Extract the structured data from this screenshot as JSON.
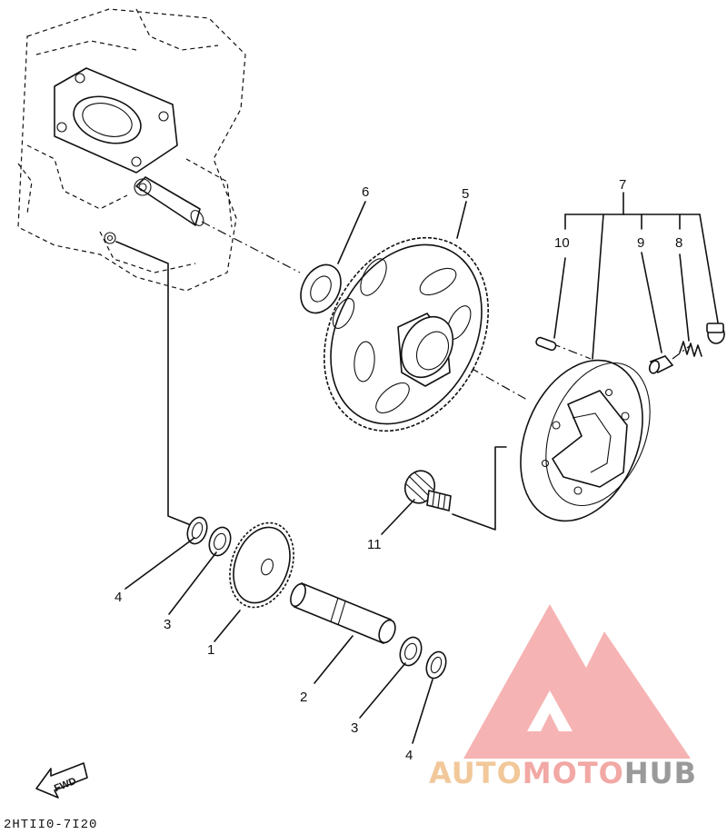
{
  "callouts": {
    "p1": "1",
    "p2": "2",
    "p3a": "3",
    "p3b": "3",
    "p4a": "4",
    "p4b": "4",
    "p5": "5",
    "p6": "6",
    "p7": "7",
    "p8": "8",
    "p9": "9",
    "p10": "10",
    "p11": "11"
  },
  "fwd_label": "FWD",
  "diagram_code": "2HTII0-7I20",
  "watermark": {
    "part1": "AUTO",
    "part2": "MOTO",
    "part3": "HUB",
    "colors": {
      "auto": "#f2c89a",
      "moto": "#f2a8a4",
      "hub": "#9a9a9a",
      "triangle": "#f4a6a6"
    }
  }
}
